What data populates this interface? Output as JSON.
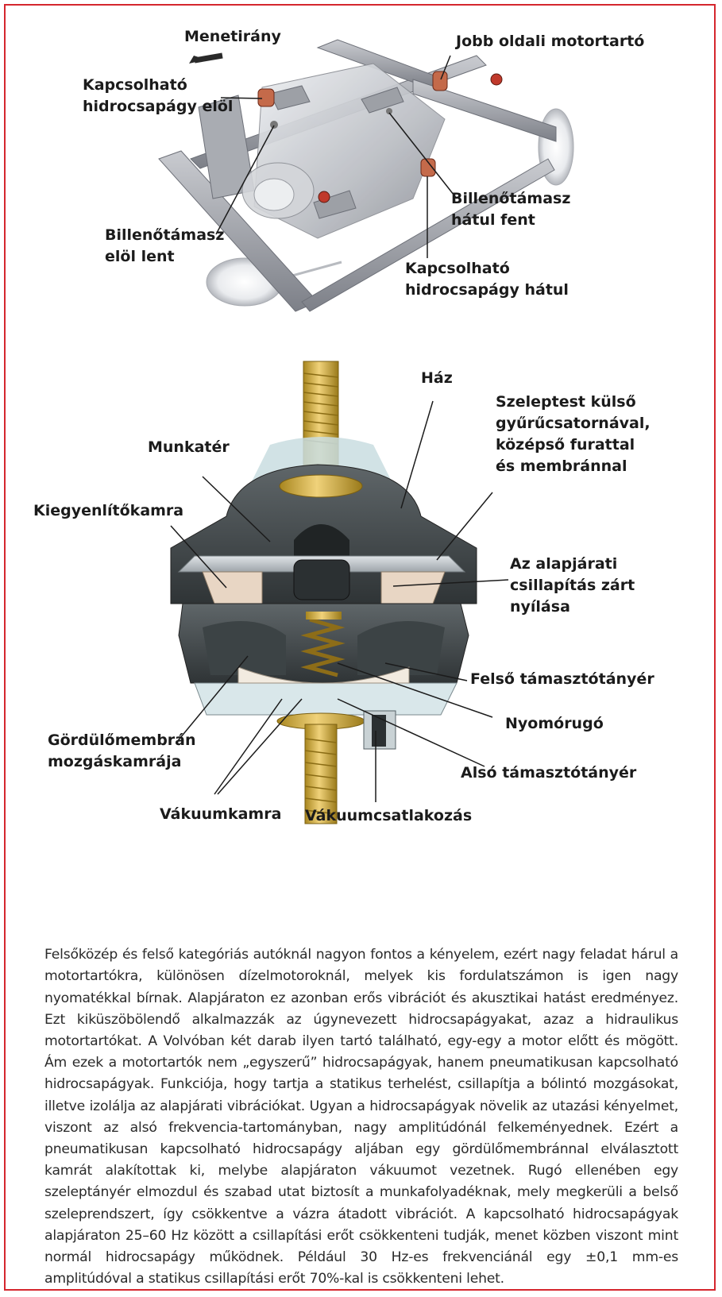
{
  "colors": {
    "border": "#d5262e",
    "text": "#1b1b1b",
    "body_text": "#2a2a2a"
  },
  "figure1": {
    "direction_label": "Menetirány",
    "labels": {
      "right_mount": "Jobb oldali motortartó",
      "front_mount_l1": "Kapcsolható",
      "front_mount_l2": "hidrocsapágy elöl",
      "rear_top_support_l1": "Billenőtámasz",
      "rear_top_support_l2": "hátul fent",
      "front_bottom_support_l1": "Billenőtámasz",
      "front_bottom_support_l2": "elöl lent",
      "rear_mount_l1": "Kapcsolható",
      "rear_mount_l2": "hidrocsapágy hátul"
    }
  },
  "figure2": {
    "labels": {
      "housing": "Ház",
      "valve_l1": "Szeleptest külső",
      "valve_l2": "gyűrűcsatornával,",
      "valve_l3": "középső furattal",
      "valve_l4": "és membránnal",
      "working_chamber": "Munkatér",
      "compensation_chamber": "Kiegyenlítőkamra",
      "idle_l1": "Az alapjárati",
      "idle_l2": "csillapítás zárt",
      "idle_l3": "nyílása",
      "upper_plate": "Felső támasztótányér",
      "rolling_l1": "Gördülőmembrán",
      "rolling_l2": "mozgáskamrája",
      "spring": "Nyomórugó",
      "lower_plate": "Alsó támasztótányér",
      "vacuum_chamber": "Vákuumkamra",
      "vacuum_connection": "Vákuumcsatlakozás"
    }
  },
  "paragraph": "Felsőközép és felső kategóriás autóknál nagyon fontos a kényelem, ezért nagy feladat hárul a motortartókra, különösen dízelmotoroknál, melyek kis fordulatszámon is igen nagy nyomatékkal bírnak. Alapjáraton ez azonban erős vibrációt és akusztikai hatást eredményez. Ezt kiküszöbölendő alkalmazzák az úgynevezett hidrocsapágyakat, azaz a hidraulikus motortartókat. A Volvóban két darab ilyen tartó található, egy-egy a motor előtt és mögött. Ám ezek a motortartók nem „egyszerű” hidrocsapágyak, hanem pneumatikusan kapcsolható hidrocsapágyak. Funkciója, hogy tartja a statikus terhelést, csillapítja a bólintó mozgásokat, illetve izolálja az alapjárati vibrációkat. Ugyan a hidrocsapágyak növelik az utazási kényelmet, viszont az alsó frekvencia-tartományban, nagy amplitúdónál felkeményednek. Ezért a pneumatikusan kapcsolható hidrocsapágy aljában egy gördülőmembránnal elválasztott kamrát alakítottak ki, melybe alapjáraton vákuumot vezetnek. Rugó ellenében egy szeleptányér elmozdul és szabad utat biztosít a munkafolyadéknak, mely megkerüli a belső szeleprendszert, így csökkentve a vázra átadott vibrációt. A kapcsolható hidrocsapágyak alapjáraton 25–60 Hz között a csillapítási erőt csökkenteni tudják, menet közben viszont mint normál hidrocsapágy működnek. Például 30 Hz-es frekvenciánál egy ±0,1 mm-es amplitúdóval a statikus csillapítási erőt 70%-kal is csökkenteni lehet."
}
